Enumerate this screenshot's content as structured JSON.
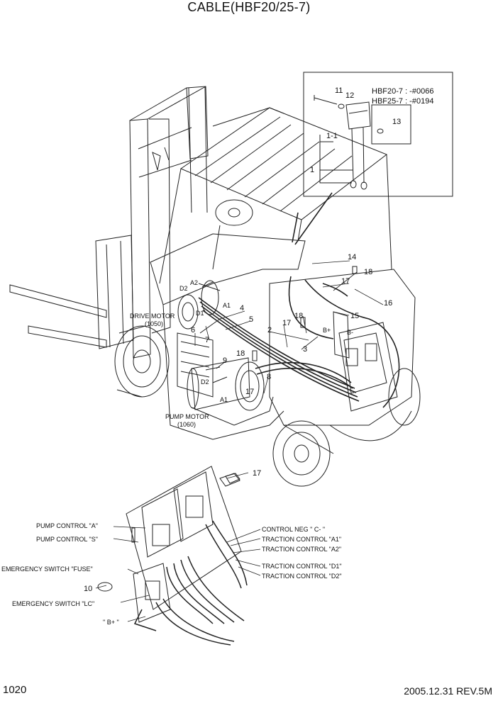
{
  "title": "CABLE(HBF20/25-7)",
  "page_number": "1020",
  "footer_rev": "2005.12.31  REV.5M",
  "inset": {
    "serial_line1": "HBF20-7 : -#0066",
    "serial_line2": "HBF25-7 : -#0194",
    "callouts": [
      "11",
      "12",
      "13",
      "1-1",
      "1"
    ]
  },
  "labels": {
    "drive_motor": "DRIVE MOTOR",
    "drive_motor_ref": "(1050)",
    "pump_motor": "PUMP MOTOR",
    "pump_motor_ref": "(1060)",
    "a2": "A2",
    "d2": "D2",
    "d1": "D1",
    "a1": "A1",
    "pump_d2": "D2",
    "pump_a1": "A1",
    "b_plus": "B+",
    "b_minus": "B-"
  },
  "callouts": {
    "c14": "14",
    "c18a": "18",
    "c17a": "17",
    "c16": "16",
    "c15": "15",
    "c18b": "18",
    "c17b": "17",
    "c4": "4",
    "c5": "5",
    "c2": "2",
    "c3": "3",
    "c6": "6",
    "c7": "7",
    "c18c": "18",
    "c9": "9",
    "c8": "8",
    "c17c": "17",
    "c17d": "17",
    "c10": "10"
  },
  "controller_labels": {
    "pump_a": "PUMP CONTROL \"A\"",
    "pump_s": "PUMP CONTROL \"S\"",
    "em_fuse": "EMERGENCY SWITCH \"FUSE\"",
    "em_lc": "EMERGENCY SWITCH \"LC\"",
    "bplus": "\" B+ \"",
    "neg_c": "CONTROL NEG \" C- \"",
    "trac_a1": "TRACTION CONTROL \"A1\"",
    "trac_a2": "TRACTION CONTROL \"A2\"",
    "trac_d1": "TRACTION CONTROL \"D1\"",
    "trac_d2": "TRACTION CONTROL \"D2\""
  }
}
